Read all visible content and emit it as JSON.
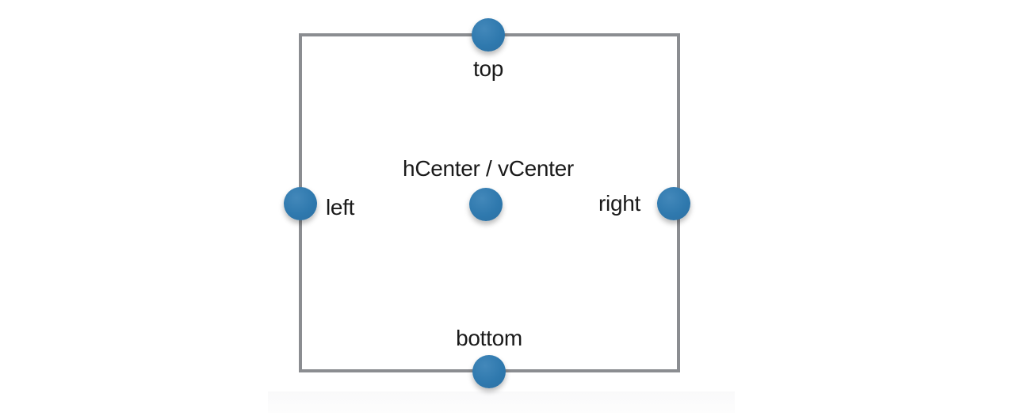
{
  "slide": {
    "background_color": "#ffffff",
    "bottom_strip_color": "#f9f9fa"
  },
  "diagram": {
    "box": {
      "border_color": "#8b8d91"
    },
    "dot_color": "#2f79ae",
    "text_color": "#1a1a1a",
    "anchors": {
      "top": {
        "label": "top"
      },
      "left": {
        "label": "left"
      },
      "right": {
        "label": "right"
      },
      "bottom": {
        "label": "bottom"
      },
      "center": {
        "label": "hCenter / vCenter"
      }
    }
  }
}
